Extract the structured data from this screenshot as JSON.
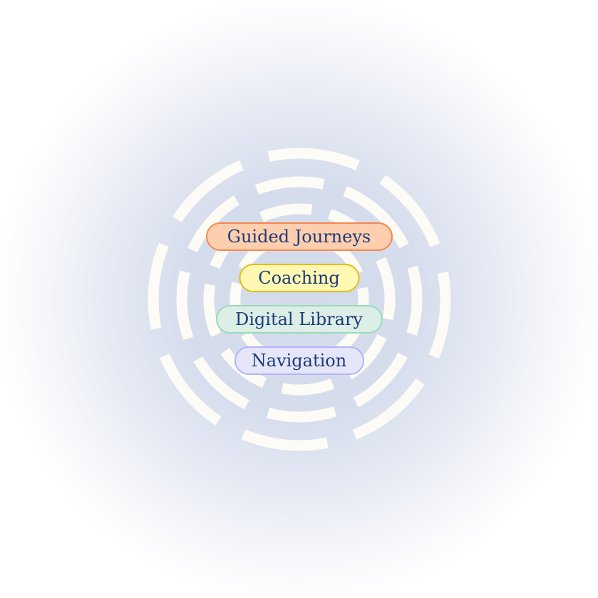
{
  "pills": [
    {
      "label": "Guided Journeys",
      "bg": "#fecfae",
      "border": "#f6884e"
    },
    {
      "label": "Coaching",
      "bg": "#fef8b3",
      "border": "#e2bd1a"
    },
    {
      "label": "Digital Library",
      "bg": "#dcefe6",
      "border": "#9ad9b6"
    },
    {
      "label": "Navigation",
      "bg": "#e6e6fb",
      "border": "#b5b3f4"
    }
  ]
}
